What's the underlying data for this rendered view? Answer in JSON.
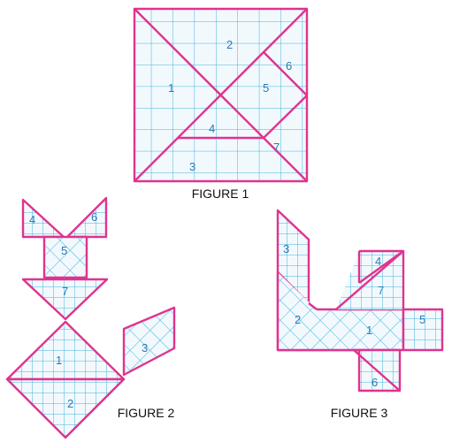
{
  "captions": {
    "figure1": "FIGURE 1",
    "figure2": "FIGURE 2",
    "figure3": "FIGURE 3"
  },
  "figure1_labels": {
    "p1": "1",
    "p2": "2",
    "p3": "3",
    "p4": "4",
    "p5": "5",
    "p6": "6",
    "p7": "7"
  },
  "figure2_labels": {
    "p1": "1",
    "p2": "2",
    "p3": "3",
    "p4": "4",
    "p5": "5",
    "p6": "6",
    "p7": "7"
  },
  "figure3_labels": {
    "p1": "1",
    "p2": "2",
    "p3": "3",
    "p4": "4",
    "p5": "5",
    "p6": "6",
    "p7": "7"
  },
  "colors": {
    "outline": "#e0338f",
    "grid": "#42b3dc",
    "label": "#2a7ab8"
  }
}
